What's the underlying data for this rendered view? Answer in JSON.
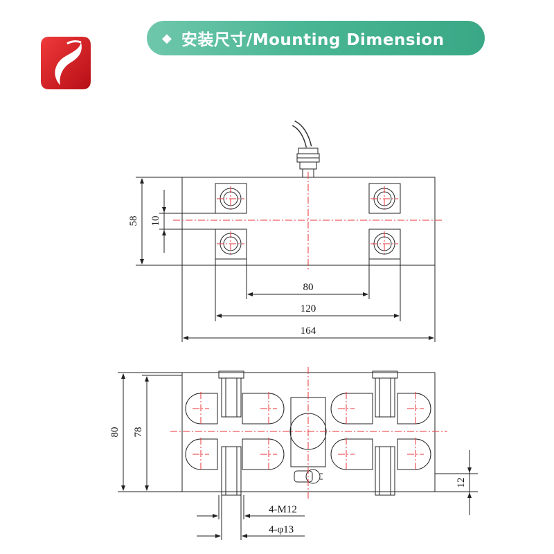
{
  "header": {
    "title": "安装尺寸/Mounting Dimension",
    "bullet_icon": "diamond-icon",
    "logo_icon": "brand-logo-icon",
    "pill_color": "#4ab694",
    "logo_color": "#d8141c"
  },
  "top_view": {
    "dim_height": "58",
    "dim_hole_gap": "10",
    "dim_inner_span": "80",
    "dim_mid_span": "120",
    "dim_overall_length": "164"
  },
  "front_view": {
    "dim_overall_height": "80",
    "dim_body_height": "78",
    "dim_foot_height": "12",
    "callout_thread": "4-M12",
    "callout_hole": "4-φ13"
  },
  "colors": {
    "centerline": "#e8333a",
    "outline": "#222222"
  }
}
